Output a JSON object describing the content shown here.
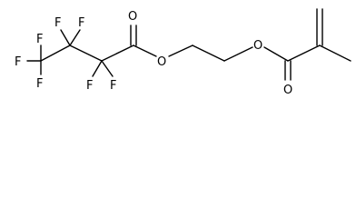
{
  "molecule": {
    "atoms": {
      "f1": "F",
      "f2": "F",
      "f3": "F",
      "f4": "F",
      "f5": "F",
      "f6": "F",
      "f7": "F",
      "o_carbonyl_left": "O",
      "o_ester_left": "O",
      "o_ester_right": "O",
      "o_carbonyl_right": "O"
    }
  }
}
